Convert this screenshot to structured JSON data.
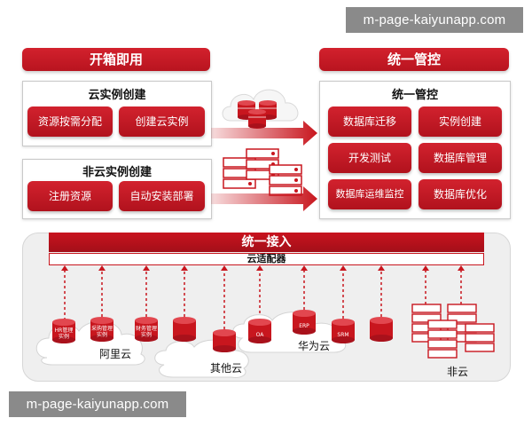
{
  "watermark": "m-page-kaiyunapp.com",
  "left_header": "开箱即用",
  "right_header": "统一管控",
  "cloud_instance": {
    "title": "云实例创建",
    "buttons": [
      "资源按需分配",
      "创建云实例"
    ]
  },
  "noncloud_instance": {
    "title": "非云实例创建",
    "buttons": [
      "注册资源",
      "自动安装部署"
    ]
  },
  "control_panel": {
    "title": "统一管控",
    "buttons": [
      "数据库迁移",
      "实例创建",
      "开发测试",
      "数据库管理",
      "数据库运维监控",
      "数据库优化"
    ]
  },
  "access": {
    "title": "统一接入",
    "adapter": "云适配器"
  },
  "bottom": {
    "aliyun": "阿里云",
    "huawei": "华为云",
    "other": "其他云",
    "noncloud": "非云",
    "db_labels": [
      "HR管理实例",
      "采购管理实例",
      "财务管理实例",
      "OA",
      "ERP",
      "SRM"
    ]
  },
  "colors": {
    "brand_red": "#c8161e",
    "dark_red": "#a9111b",
    "panel_border": "#c9c9c9"
  }
}
